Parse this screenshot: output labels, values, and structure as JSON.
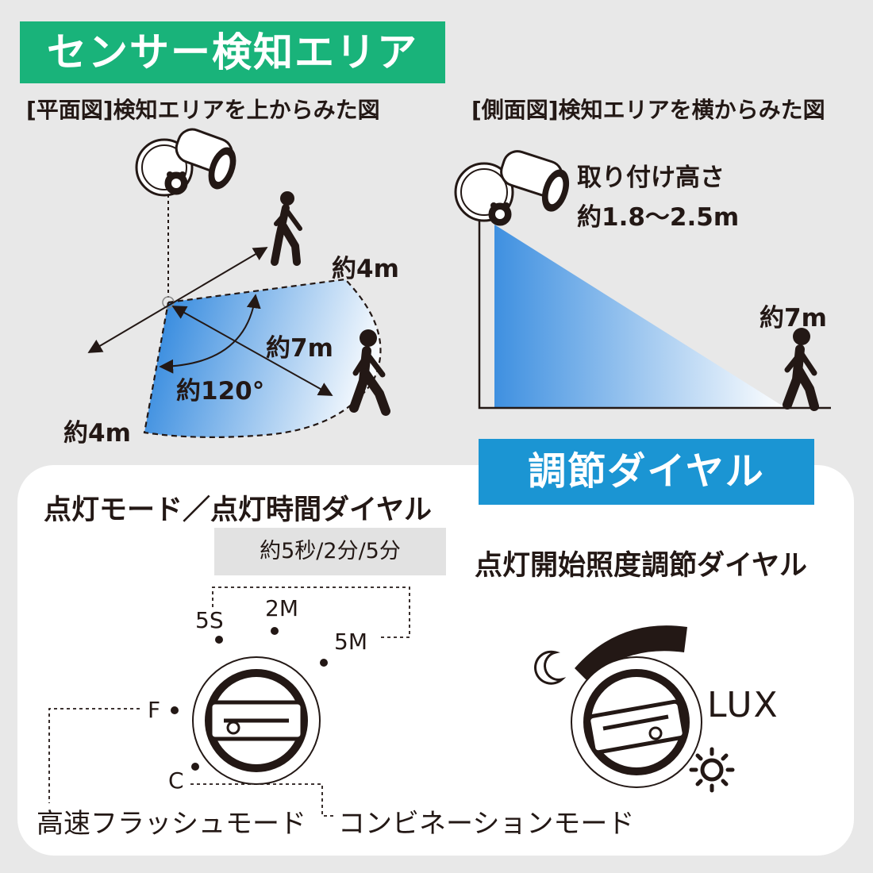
{
  "title": "センサー検知エリア",
  "plan_view": {
    "caption": "[平面図]検知エリアを上からみた図",
    "left_range": "約4m",
    "right_range": "約4m",
    "forward_range": "約7m",
    "angle": "約120°"
  },
  "side_view": {
    "caption": "[側面図]検知エリアを横からみた図",
    "install_height_label": "取り付け高さ",
    "install_height_value": "約1.8〜2.5m",
    "range": "約7m"
  },
  "dial_section": {
    "banner": "調節ダイヤル",
    "mode_dial": {
      "title": "点灯モード／点灯時間ダイヤル",
      "time_note": "約5秒/2分/5分",
      "marks": {
        "s5": "5S",
        "m2": "2M",
        "m5": "5M",
        "f": "F",
        "c": "C"
      },
      "fast_flash_mode": "高速フラッシュモード",
      "combination_mode": "コンビネーションモード"
    },
    "lux_dial": {
      "title": "点灯開始照度調節ダイヤル",
      "lux_label": "LUX",
      "night_icon": "moon-icon",
      "day_icon": "sun-icon"
    }
  },
  "colors": {
    "green": "#19b37a",
    "blue": "#1b95d3",
    "area_blue": "#3d8fe0"
  }
}
